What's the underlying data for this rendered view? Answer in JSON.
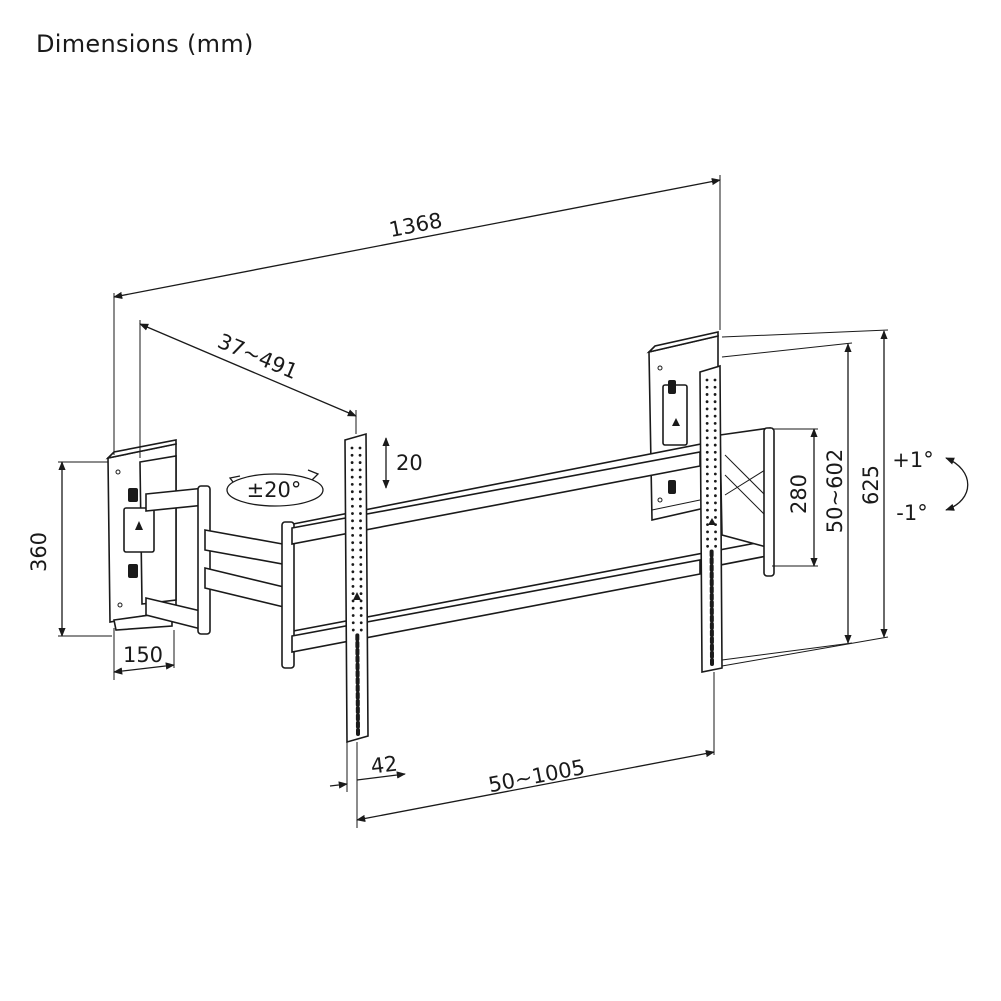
{
  "title": "Dimensions (mm)",
  "dimensions": {
    "overall_width": "1368",
    "arm_extension": "37~491",
    "wall_plate_height": "360",
    "wall_plate_width": "150",
    "rail_spacing": "280",
    "vesa_vertical": "50~602",
    "bracket_height": "625",
    "slide_adjust": "20",
    "swivel": "±20°",
    "vesa_horizontal": "50~1005",
    "bracket_width": "42",
    "tilt_up": "+1°",
    "tilt_down": "-1°"
  },
  "colors": {
    "line": "#1a1a1a",
    "background": "#ffffff"
  }
}
